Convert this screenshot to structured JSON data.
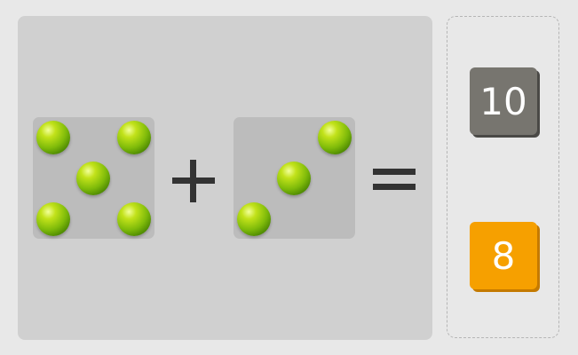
{
  "equation": {
    "left_domino_count": 5,
    "right_domino_count": 3,
    "operator": "+",
    "equals": "="
  },
  "answers": [
    {
      "label": "10",
      "color": "#77756f"
    },
    {
      "label": "8",
      "color": "#f6a000"
    }
  ],
  "colors": {
    "ball": "#8cc00a",
    "board": "#d0d0d0",
    "domino": "#bcbcbc"
  }
}
